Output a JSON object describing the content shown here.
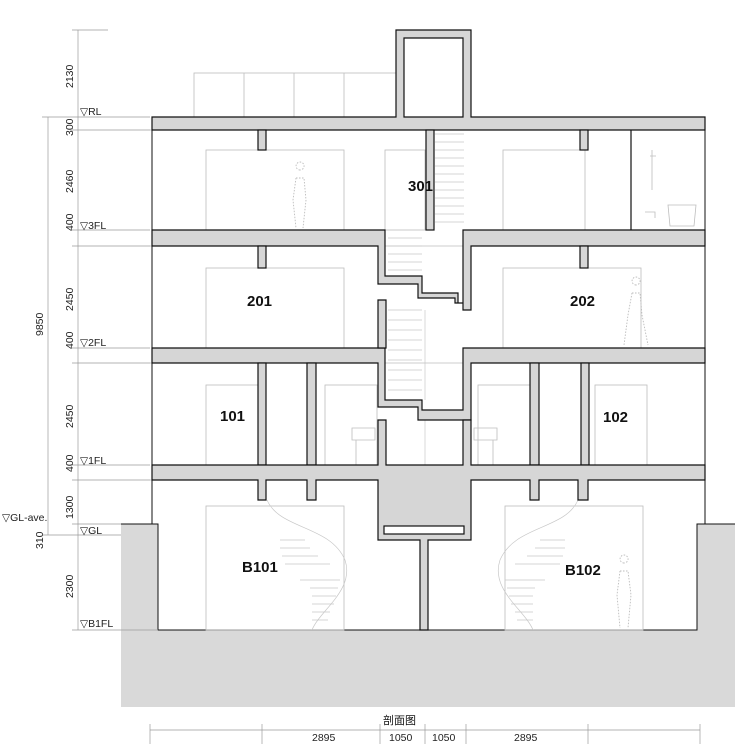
{
  "title": "剖面图",
  "rooms": {
    "r301": "301",
    "r201": "201",
    "r202": "202",
    "r101": "101",
    "r102": "102",
    "rb101": "B101",
    "rb102": "B102"
  },
  "levels": {
    "rl": "▽RL",
    "fl3": "▽3FL",
    "fl2": "▽2FL",
    "fl1": "▽1FL",
    "gl": "▽GL",
    "gl_ave": "▽GL-ave.",
    "b1fl": "▽B1FL"
  },
  "vertical_dimensions": {
    "d2130": "2130",
    "d300": "300",
    "d2460": "2460",
    "d400a": "400",
    "d2450a": "2450",
    "d400b": "400",
    "d2450b": "2450",
    "d400c": "400",
    "d1300": "1300",
    "d310": "310",
    "d2300": "2300",
    "d9850": "9850"
  },
  "horizontal_dimensions": {
    "h1": "2895",
    "h2": "1050",
    "h3": "1050",
    "h4": "2895"
  }
}
